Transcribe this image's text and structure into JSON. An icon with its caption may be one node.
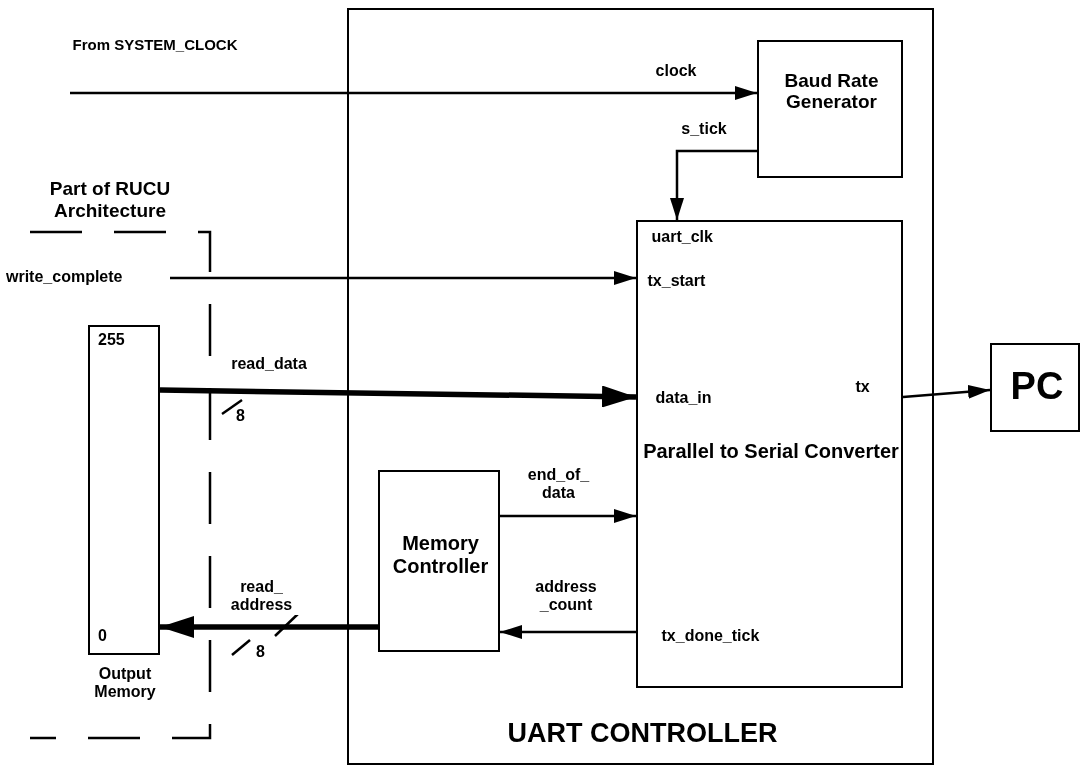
{
  "diagram": {
    "nodes": [
      {
        "text": [
          "From SYSTEM_CLOCK"
        ]
      },
      {
        "text": [
          "UART CONTROLLER"
        ]
      },
      {
        "text": [
          "Baud Rate Generator"
        ],
        "in": 1
      },
      {
        "text": [
          "Part of RUCU Architecture"
        ]
      },
      {
        "text": [
          "write_complete"
        ],
        "in": 3
      },
      {
        "text": [
          "255",
          "0"
        ],
        "beside": [
          "Output Memory"
        ],
        "in": 3
      },
      {
        "text": [
          "uart_clk",
          "tx_start",
          "data_in",
          "tx",
          "Parallel to Serial Converter",
          "tx_done_tick"
        ],
        "in": 1
      },
      {
        "text": [
          "Memory Controller"
        ],
        "in": 1
      },
      {
        "text": [
          "PC"
        ]
      }
    ],
    "edges": [
      {
        "from": 0,
        "to": 2,
        "arrow": "to",
        "label": "clock"
      },
      {
        "from": 2,
        "to": 6,
        "arrow": "to",
        "label": "s_tick"
      },
      {
        "from": 4,
        "to": 6,
        "arrow": "to"
      },
      {
        "from": 5,
        "to": 6,
        "arrow": "to",
        "label": "read_data",
        "style": "thick"
      },
      {
        "from": 7,
        "to": 6,
        "arrow": "to",
        "label": "end_of_ data"
      },
      {
        "from": 6,
        "to": 7,
        "arrow": "to",
        "label": "address _count"
      },
      {
        "from": 7,
        "to": 5,
        "arrow": "to",
        "label": "read_ address",
        "style": "thick"
      },
      {
        "from": 6,
        "to": 8,
        "arrow": "to"
      }
    ],
    "labels": [
      "8",
      "8"
    ]
  }
}
